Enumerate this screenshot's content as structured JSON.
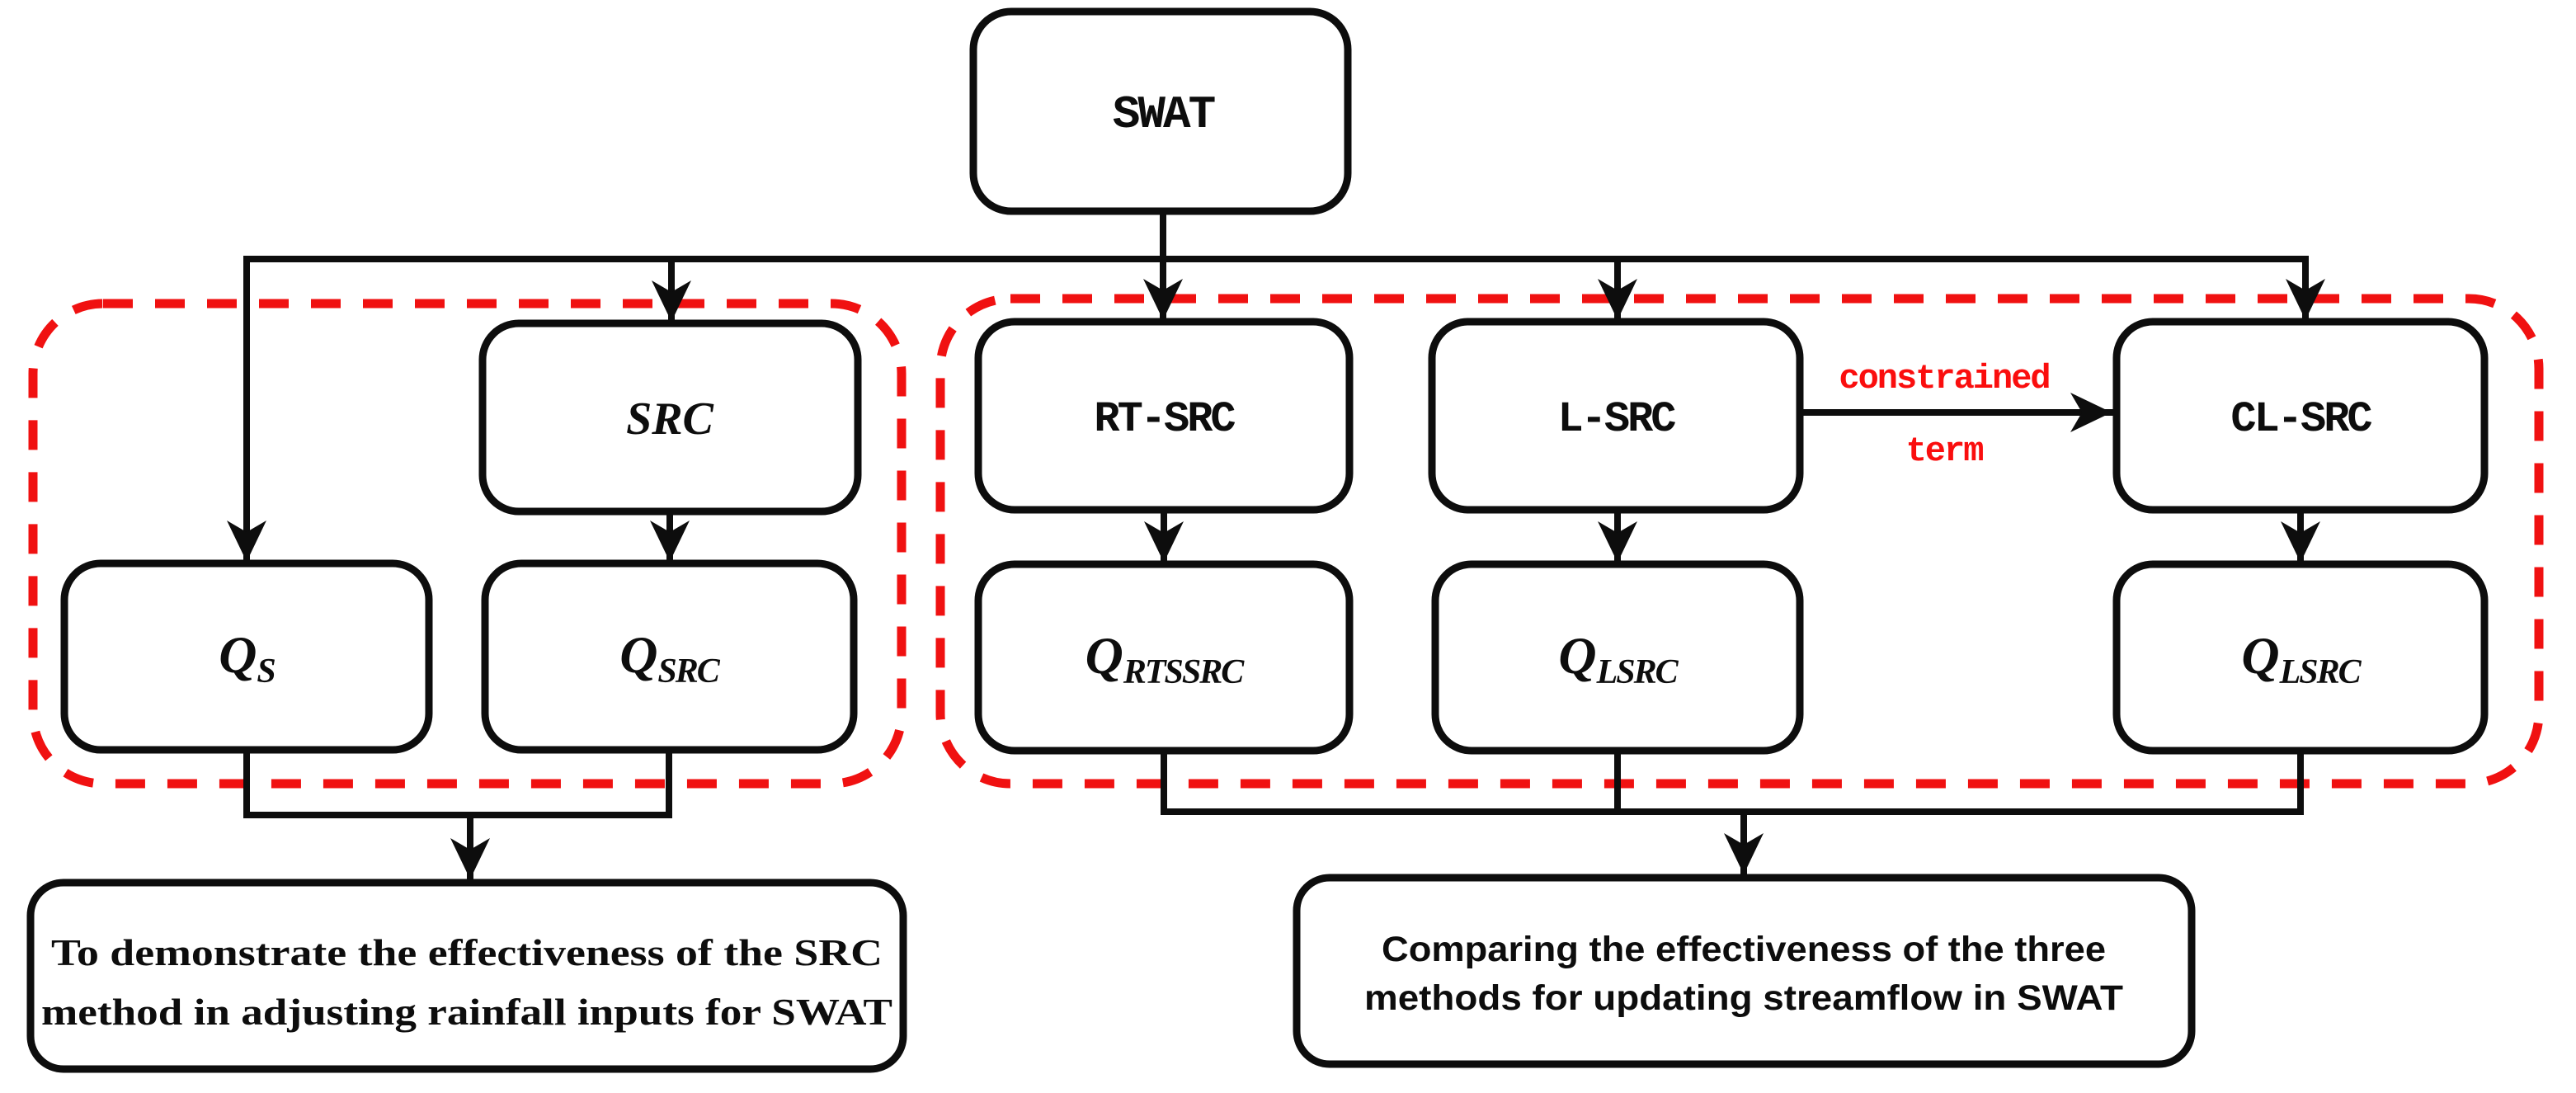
{
  "diagram": {
    "type": "flowchart",
    "colors": {
      "ink": "#0d0d0d",
      "box-fill": "#ffffff",
      "background": "#ffffff",
      "red-dash": "#f01111",
      "red-text": "#fa0e0e"
    },
    "nodes": {
      "swat": {
        "label": "SWAT"
      },
      "src": {
        "label": "SRC"
      },
      "rt_src": {
        "label": "RT-SRC"
      },
      "l_src": {
        "label": "L-SRC"
      },
      "cl_src": {
        "label": "CL-SRC"
      },
      "q_s": {
        "main": "Q",
        "sub": "S"
      },
      "q_src": {
        "main": "Q",
        "sub": "SRC"
      },
      "q_rtssrc": {
        "main": "Q",
        "sub": "RTSSRC"
      },
      "q_lsrc_mid": {
        "main": "Q",
        "sub": "LSRC"
      },
      "q_lsrc_right": {
        "main": "Q",
        "sub": "LSRC"
      },
      "goal_rainfall": {
        "line1": "To demonstrate the effectiveness of the SRC",
        "line2": "method in adjusting rainfall inputs for SWAT"
      },
      "goal_streamflow": {
        "line1": "Comparing the effectiveness of the three",
        "line2": "methods for updating streamflow in SWAT"
      }
    },
    "edge_labels": {
      "constrained": "constrained",
      "term": "term"
    }
  }
}
